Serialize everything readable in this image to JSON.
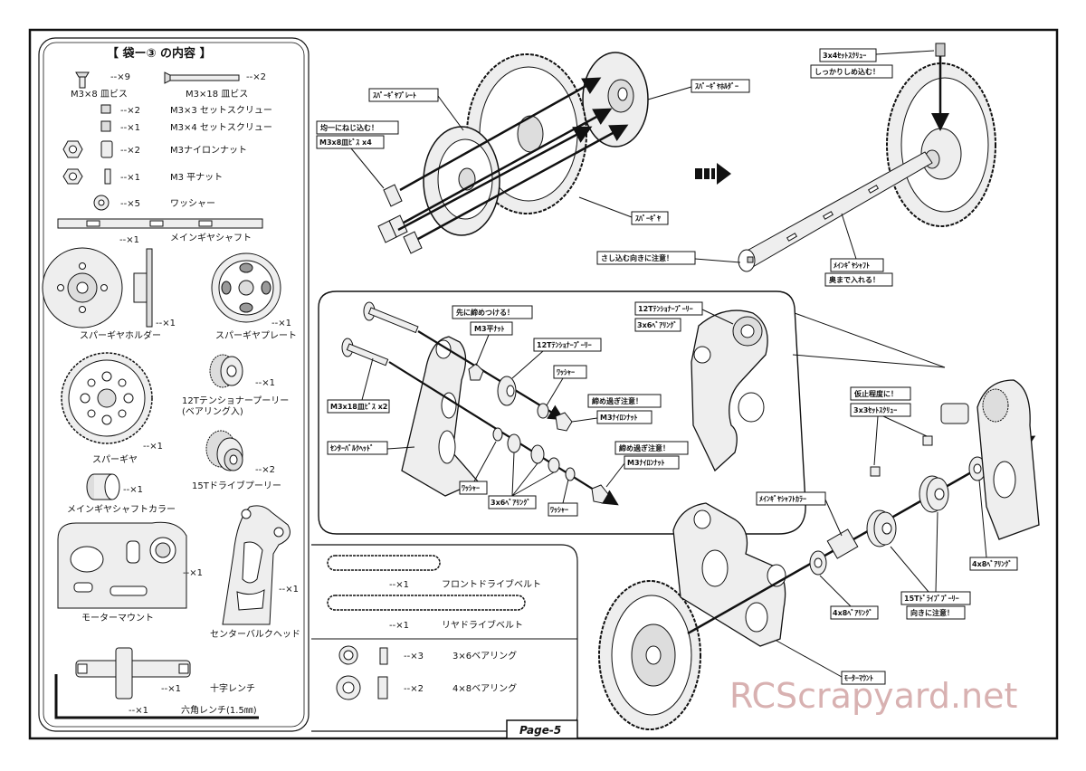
{
  "parts_panel": {
    "title": "【 袋ー③ の内容 】",
    "items": [
      {
        "name": "M3×8 皿ビス",
        "qty": "--×9"
      },
      {
        "name": "M3×18 皿ビス",
        "qty": "--×2"
      },
      {
        "name": "M3×3 セットスクリュー",
        "qty": "--×2"
      },
      {
        "name": "M3×4 セットスクリュー",
        "qty": "--×1"
      },
      {
        "name": "M3ナイロンナット",
        "qty": "--×2"
      },
      {
        "name": "M3 平ナット",
        "qty": "--×1"
      },
      {
        "name": "ワッシャー",
        "qty": "--×5"
      },
      {
        "name": "メインギヤシャフト",
        "qty": "--×1"
      },
      {
        "name": "スパーギヤホルダー",
        "qty": "--×1"
      },
      {
        "name": "スパーギヤプレート",
        "qty": "--×1"
      },
      {
        "name": "12Tテンショナープーリー",
        "name2": "(ベアリング入)",
        "qty": "--×1"
      },
      {
        "name": "スパーギヤ",
        "qty": "--×1"
      },
      {
        "name": "15Tドライブプーリー",
        "qty": "--×2"
      },
      {
        "name": "メインギヤシャフトカラー",
        "qty": "--×1"
      },
      {
        "name": "モーターマウント",
        "qty": "--×1"
      },
      {
        "name": "センターバルクヘッド",
        "qty": "--×1"
      },
      {
        "name": "十字レンチ",
        "qty": "--×1"
      },
      {
        "name": "六角レンチ(1.5㎜)",
        "qty": "--×1"
      }
    ]
  },
  "belts_panel": {
    "items": [
      {
        "name": "フロントドライブベルト",
        "qty": "--×1"
      },
      {
        "name": "リヤドライブベルト",
        "qty": "--×1"
      }
    ]
  },
  "bearings_panel": {
    "items": [
      {
        "name": "3×6ベアリング",
        "qty": "--×3"
      },
      {
        "name": "4×8ベアリング",
        "qty": "--×2"
      }
    ]
  },
  "callouts": {
    "spur_plate": "ｽﾊﾟｰｷﾞﾔﾌﾟﾚｰﾄ",
    "spur_holder": "ｽﾊﾟｰｷﾞﾔﾎﾙﾀﾞｰ",
    "even_screw": "均一にねじ込む！",
    "m3x8_x4": "M3x8皿ﾋﾞｽ x4",
    "spur_gear": "ｽﾊﾟｰｷﾞﾔ",
    "set_3x4": "3x4ｾｯﾄｽｸﾘｭｰ",
    "tighten": "しっかりしめ込む！",
    "insert_dir": "さし込む向きに注意！",
    "main_shaft": "ﾒｲﾝｷﾞﾔｼｬﾌﾄ",
    "push_in": "奥まで入れる！",
    "tighten_first": "先に締めつける！",
    "m3_flat_nut": "M3平ﾅｯﾄ",
    "tensioner_12t": "12Tﾃﾝｼｮﾅｰﾌﾟｰﾘｰ",
    "washer": "ﾜｯｼｬｰ",
    "over_tighten": "締め過ぎ注意！",
    "m3_nylon_nut": "M3ﾅｲﾛﾝﾅｯﾄ",
    "m3x18_x2": "M3x18皿ﾋﾞｽ x2",
    "center_bulk": "ｾﾝﾀｰﾊﾞﾙｸﾍｯﾄﾞ",
    "bearing_3x6": "3x6ﾍﾞｱﾘﾝｸﾞ",
    "temp_tight": "仮止程度に！",
    "set_3x3": "3x3ｾｯﾄｽｸﾘｭｰ",
    "shaft_collar": "ﾒｲﾝｷﾞﾔｼｬﾌﾄｶﾗｰ",
    "bearing_4x8": "4x8ﾍﾞｱﾘﾝｸﾞ",
    "drive_15t": "15Tﾄﾞﾗｲﾌﾞﾌﾟｰﾘｰ",
    "direction": "向きに注意！",
    "motor_mount": "ﾓｰﾀｰﾏｳﾝﾄ"
  },
  "page_label": "Page-5",
  "watermark": "RCScrapyard.net"
}
